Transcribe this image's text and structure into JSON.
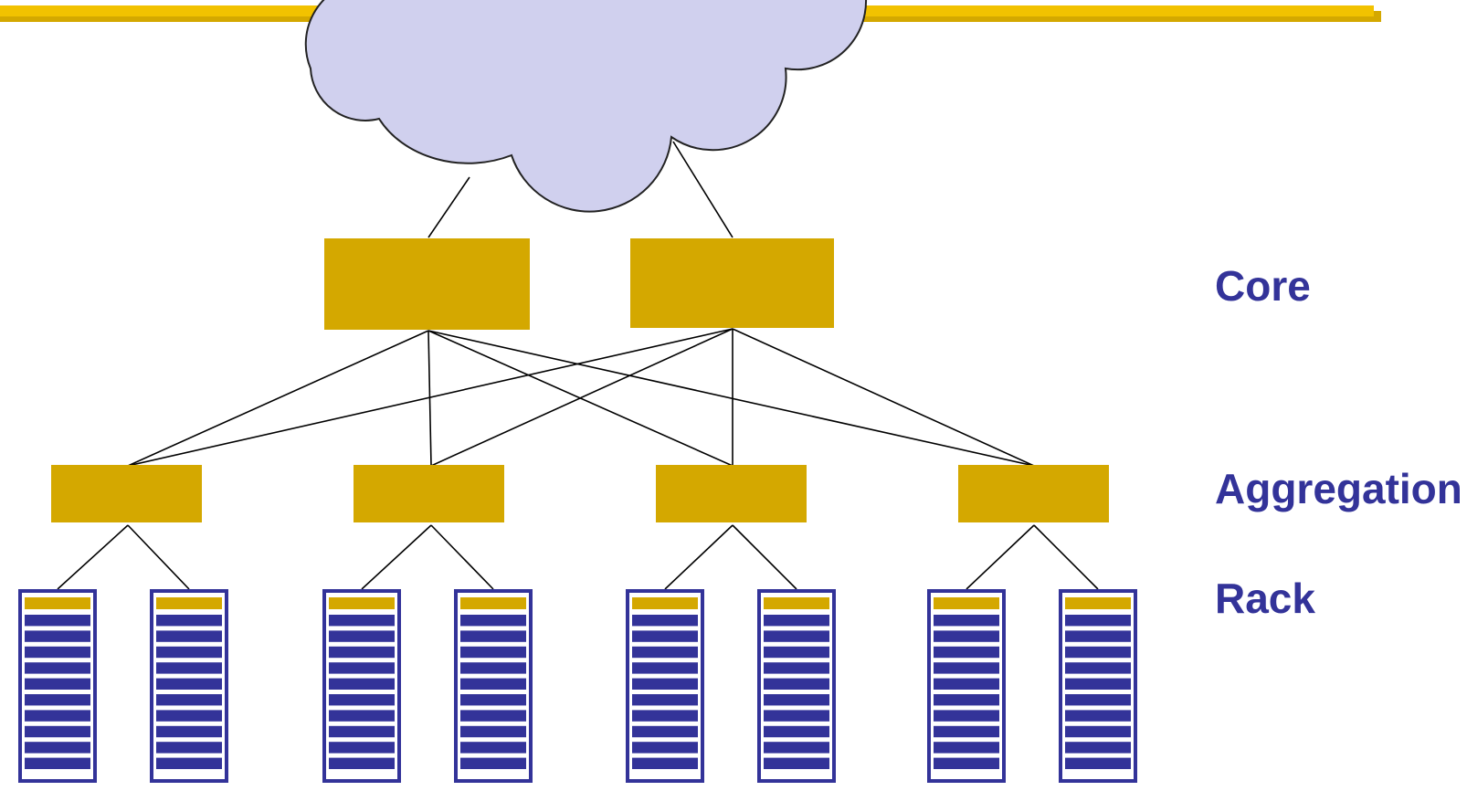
{
  "tiers": {
    "core": "Core",
    "aggregation": "Aggregation",
    "rack": "Rack"
  },
  "colors": {
    "switch": "#D4A800",
    "cloud_fill": "#D0D0EE",
    "cloud_stroke": "#222222",
    "server_frame": "#333399",
    "server_slot": "#333399",
    "top_bar": "#F2C200",
    "top_bar_shadow": "#D4A800",
    "label": "#333399",
    "link": "#000000"
  },
  "topology": {
    "core_switches": 2,
    "aggregation_switches": 4,
    "racks_per_aggregation": 2,
    "slots_per_rack": 10,
    "core_to_aggregation": "full-mesh"
  }
}
